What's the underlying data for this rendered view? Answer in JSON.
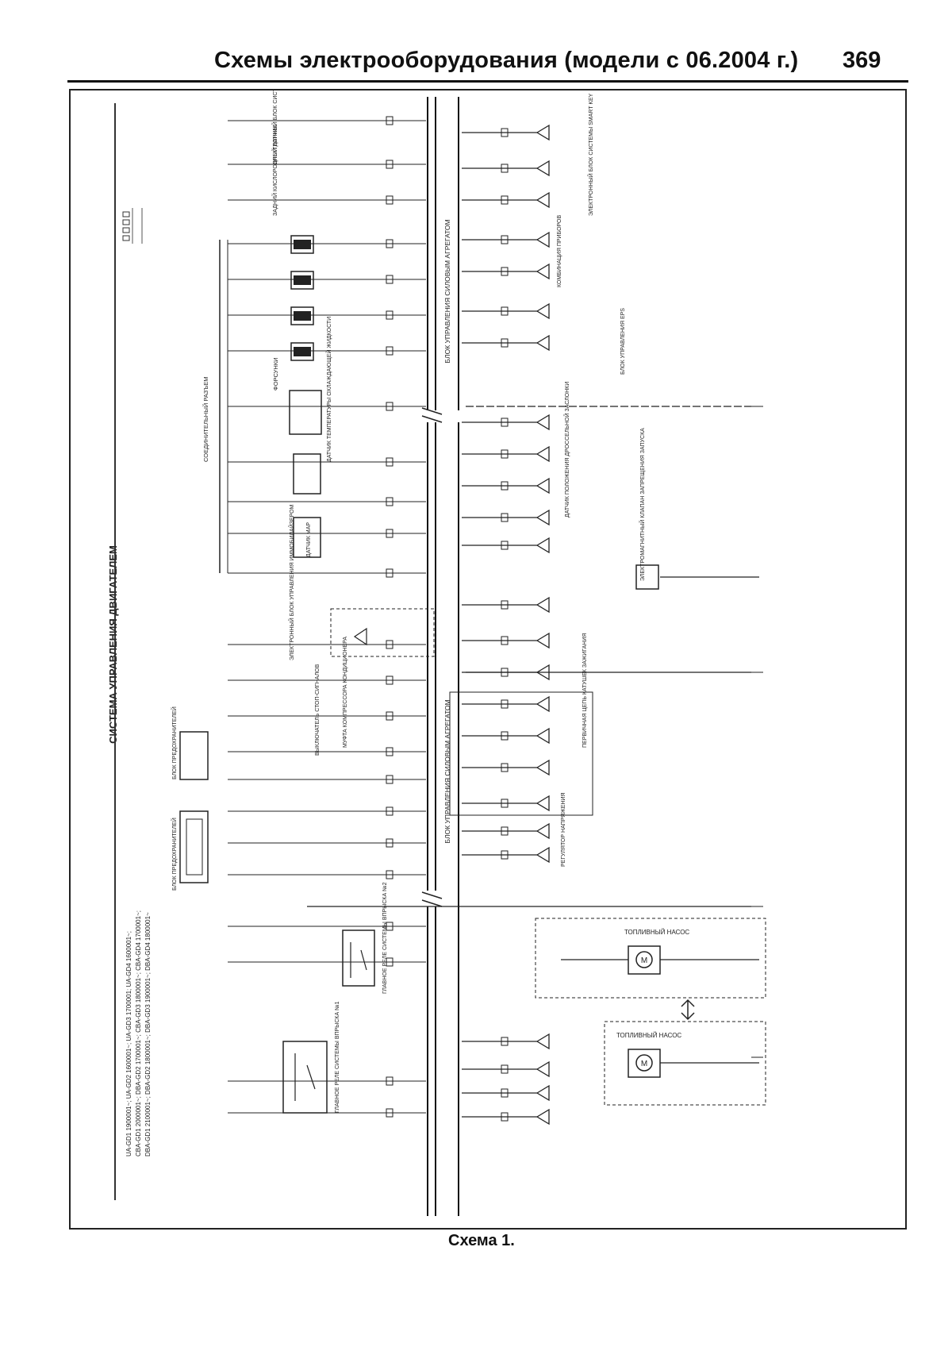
{
  "header": {
    "title": "Схемы электрооборудования (модели с 06.2004 г.)",
    "page_number": "369"
  },
  "diagram": {
    "title": "СИСТЕМА УПРАВЛЕНИЯ ДВИГАТЕЛЕМ",
    "models": [
      "UA-GD1   1900001~; UA-GD2   1600001~; UA-GD3   1700001; UA-GD4   1600001~;",
      "CBA-GD1  2000001~; DBA-GD2  1700001~; CBA-GD3  1800001~; CBA-GD4  1700001~;",
      "DBA-GD1  2100001~; DBA-GD2  1800001~; DBA-GD3  1900001~; DBA-GD4  1800001~"
    ],
    "labels": {
      "ecu_top": "БЛОК УПРАВЛЕНИЯ СИЛОВЫМ АГРЕГАТОМ",
      "ecu_bottom": "БЛОК УПРАВЛЕНИЯ СИЛОВЫМ АГРЕГАТОМ",
      "injectors": "ФОРСУНКИ",
      "fuel_pump_1": "ТОПЛИВНЫЙ НАСОС",
      "fuel_pump_2": "ТОПЛИВНЫЙ НАСОС",
      "main_relay_1": "ГЛАВНОЕ РЕЛЕ СИСТЕМЫ ВПРЫСКА №1",
      "main_relay_2": "ГЛАВНОЕ РЕЛЕ СИСТЕМЫ ВПРЫСКА №2",
      "fuse_block": "БЛОК ПРЕДОХРАНИТЕЛЕЙ",
      "fuse_block_2": "БЛОК ПРЕДОХРАНИТЕЛЕЙ",
      "connector": "СОЕДИНИТЕЛЬНЫЙ РАЗЪЕМ",
      "immobilizer": "ЭЛЕКТРОННЫЙ БЛОК УПРАВЛЕНИЯ ИММОБИЛАЙЗЕРОМ",
      "smart_key": "ЭЛЕКТРОННЫЙ БЛОК СИСТЕМЫ SMART KEY",
      "instrument_cluster": "КОМБИНАЦИЯ ПРИБОРОВ",
      "throttle_sensor": "ДАТЧИК ПОЛОЖЕНИЯ ДРОССЕЛЬНОЙ ЗАСЛОНКИ",
      "map_sensor": "ДАТЧИК MAP",
      "coolant_temp": "ДАТЧИК ТЕМПЕРАТУРЫ ОХЛАЖДАЮЩЕЙ ЖИДКОСТИ",
      "ignition_coils": "ПЕРВИЧНАЯ ЦЕПЬ КАТУШЕК ЗАЖИГАНИЯ",
      "voltage_regulator": "РЕГУЛЯТОР НАПРЯЖЕНИЯ",
      "egr_valve": "ЭЛЕКТРОМАГНИТНЫЙ КЛАПАН ЗАПРЕЩЕНИЯ ЗАПУСКА",
      "ac_compressor": "МУФТА КОМПРЕССОРА КОНДИЦИОНЕРА",
      "stop_lamp": "ВЫКЛЮЧАТЕЛЬ СТОП-СИГНАЛОВ",
      "eps_unit": "БЛОК УПРАВЛЕНИЯ EPS",
      "oxygen_sensor": "ЗАДНИЙ КИСЛОРОДНЫЙ ДАТЧИК"
    }
  },
  "caption": "Схема 1."
}
